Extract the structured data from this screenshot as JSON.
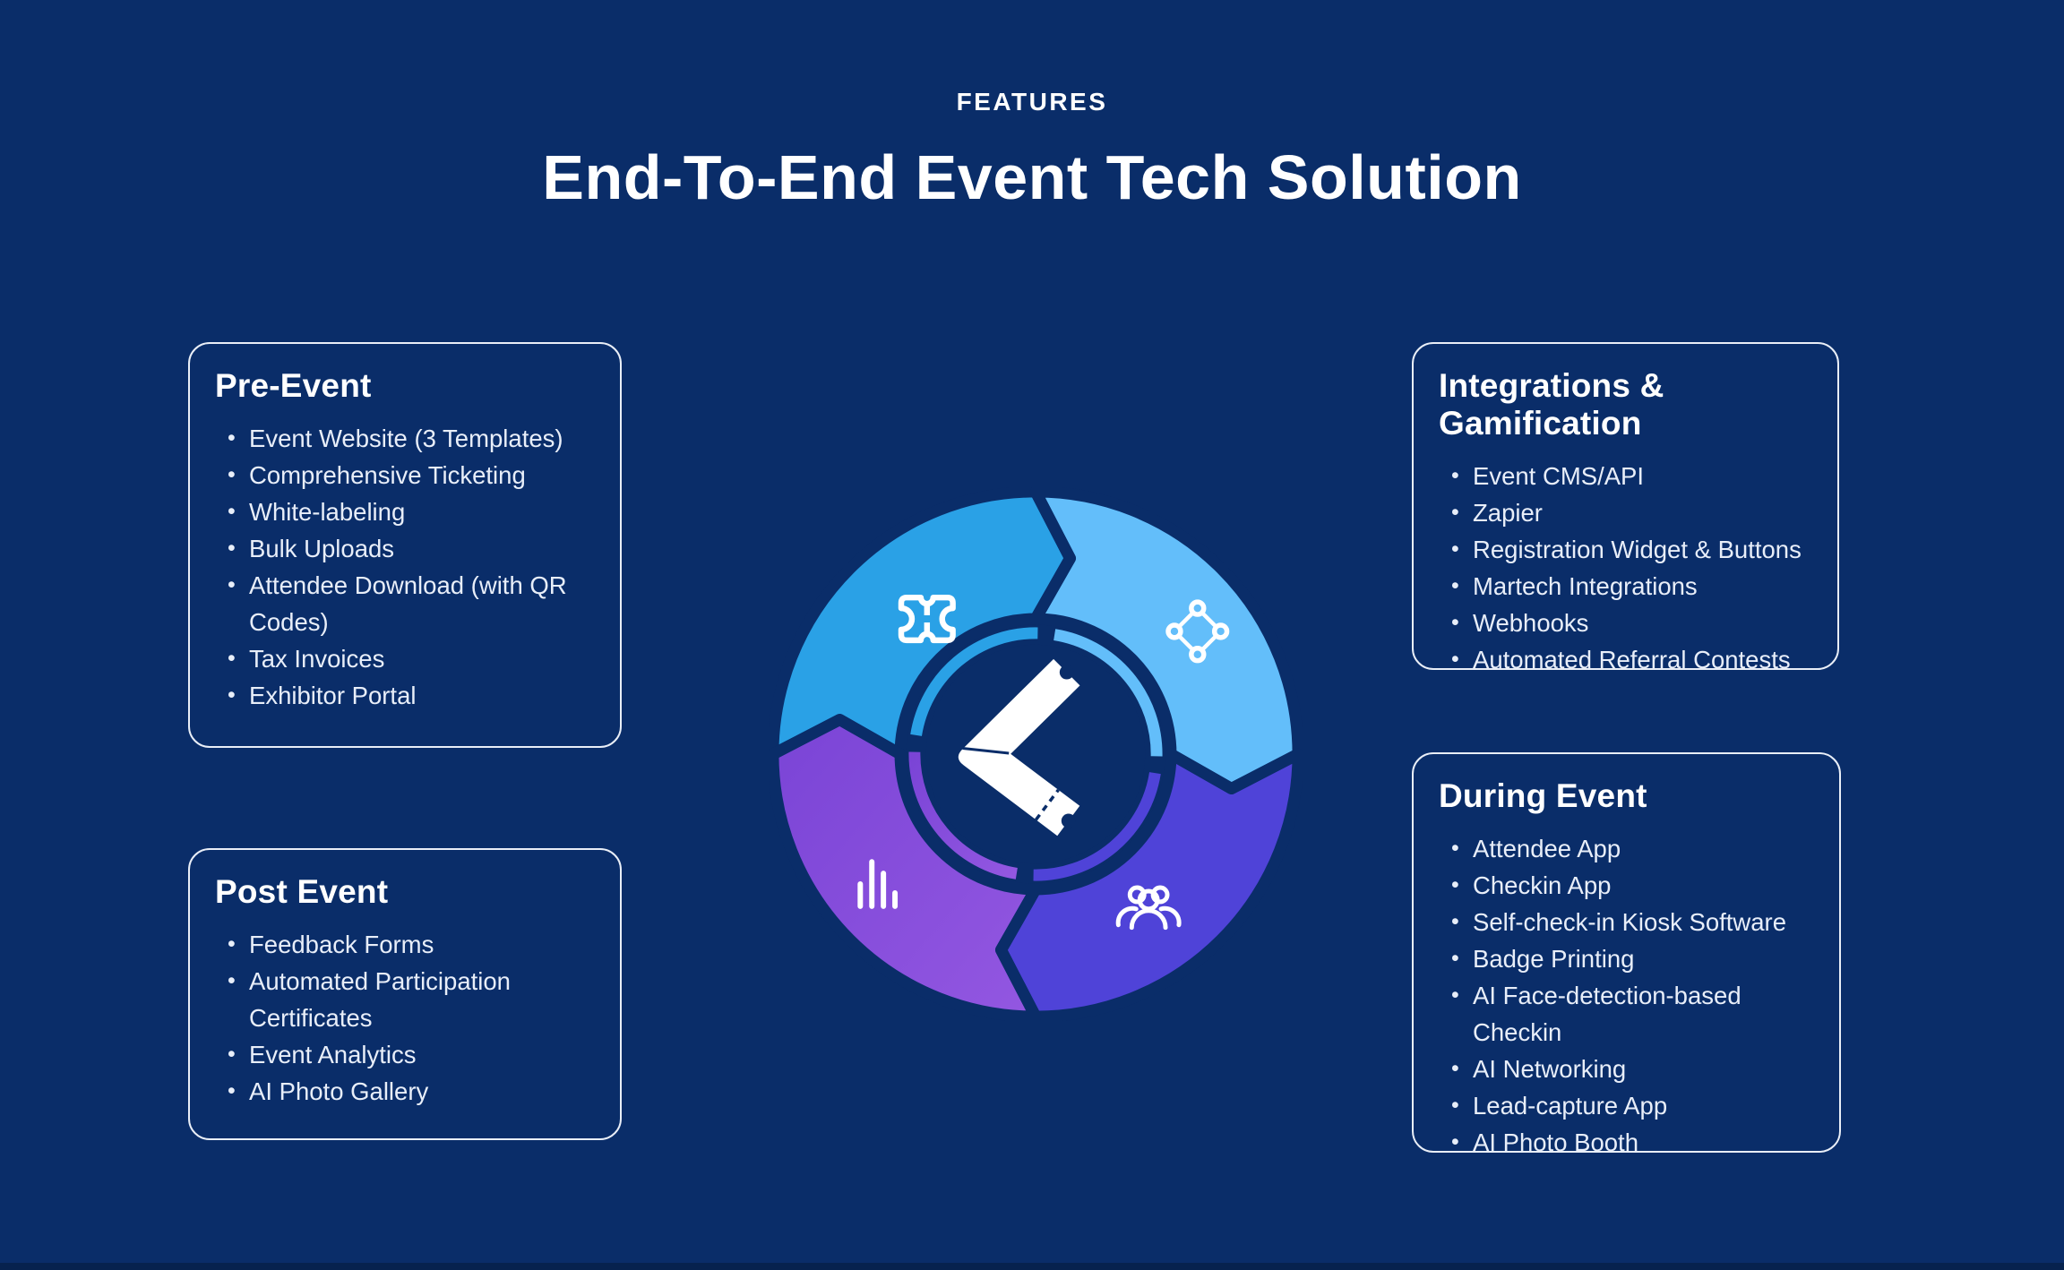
{
  "palette": {
    "background": "#0A2D69",
    "navy": "#0A2D69",
    "white": "#FFFFFF",
    "list_text": "#E8EEF9",
    "card_border": "#F5F9FF",
    "bottom_strip": "#07224E"
  },
  "header": {
    "eyebrow": "FEATURES",
    "title": "End-To-End Event Tech Solution"
  },
  "ui": {
    "bullet": "•"
  },
  "cards": [
    {
      "title": "Pre-Event",
      "items": [
        "Event Website (3 Templates)",
        "Comprehensive Ticketing",
        "White-labeling",
        "Bulk Uploads",
        "Attendee Download (with QR Codes)",
        "Tax Invoices",
        "Exhibitor Portal"
      ]
    },
    {
      "title": "Post Event",
      "items": [
        "Feedback Forms",
        "Automated Participation Certificates",
        "Event Analytics",
        "AI Photo Gallery"
      ]
    },
    {
      "title": "Integrations & Gamification",
      "items": [
        "Event CMS/API",
        "Zapier",
        "Registration Widget & Buttons",
        "Martech Integrations",
        "Webhooks",
        "Automated Referral Contests"
      ]
    },
    {
      "title": "During Event",
      "items": [
        "Attendee App",
        "Checkin App",
        "Self-check-in Kiosk Software",
        "Badge Printing",
        "AI Face-detection-based Checkin",
        "AI Networking",
        "Lead-capture App",
        "AI Photo Booth"
      ]
    }
  ],
  "diagram": {
    "description": "Clockwise event lifecycle cycle with four segments",
    "segments": [
      {
        "name": "pre-event-ticketing",
        "icon": "ticket-icon",
        "color": "#2AA1E6"
      },
      {
        "name": "integrations",
        "icon": "network-icon",
        "color": "#63BEFA"
      },
      {
        "name": "during-event-attendees",
        "icon": "people-icon",
        "color": "#4F43D8"
      },
      {
        "name": "post-event-analytics",
        "icon": "bar-chart-icon",
        "color_from": "#7A44D6",
        "color_to": "#9357E1"
      }
    ],
    "center_icon": "bent-ticket-logo"
  }
}
